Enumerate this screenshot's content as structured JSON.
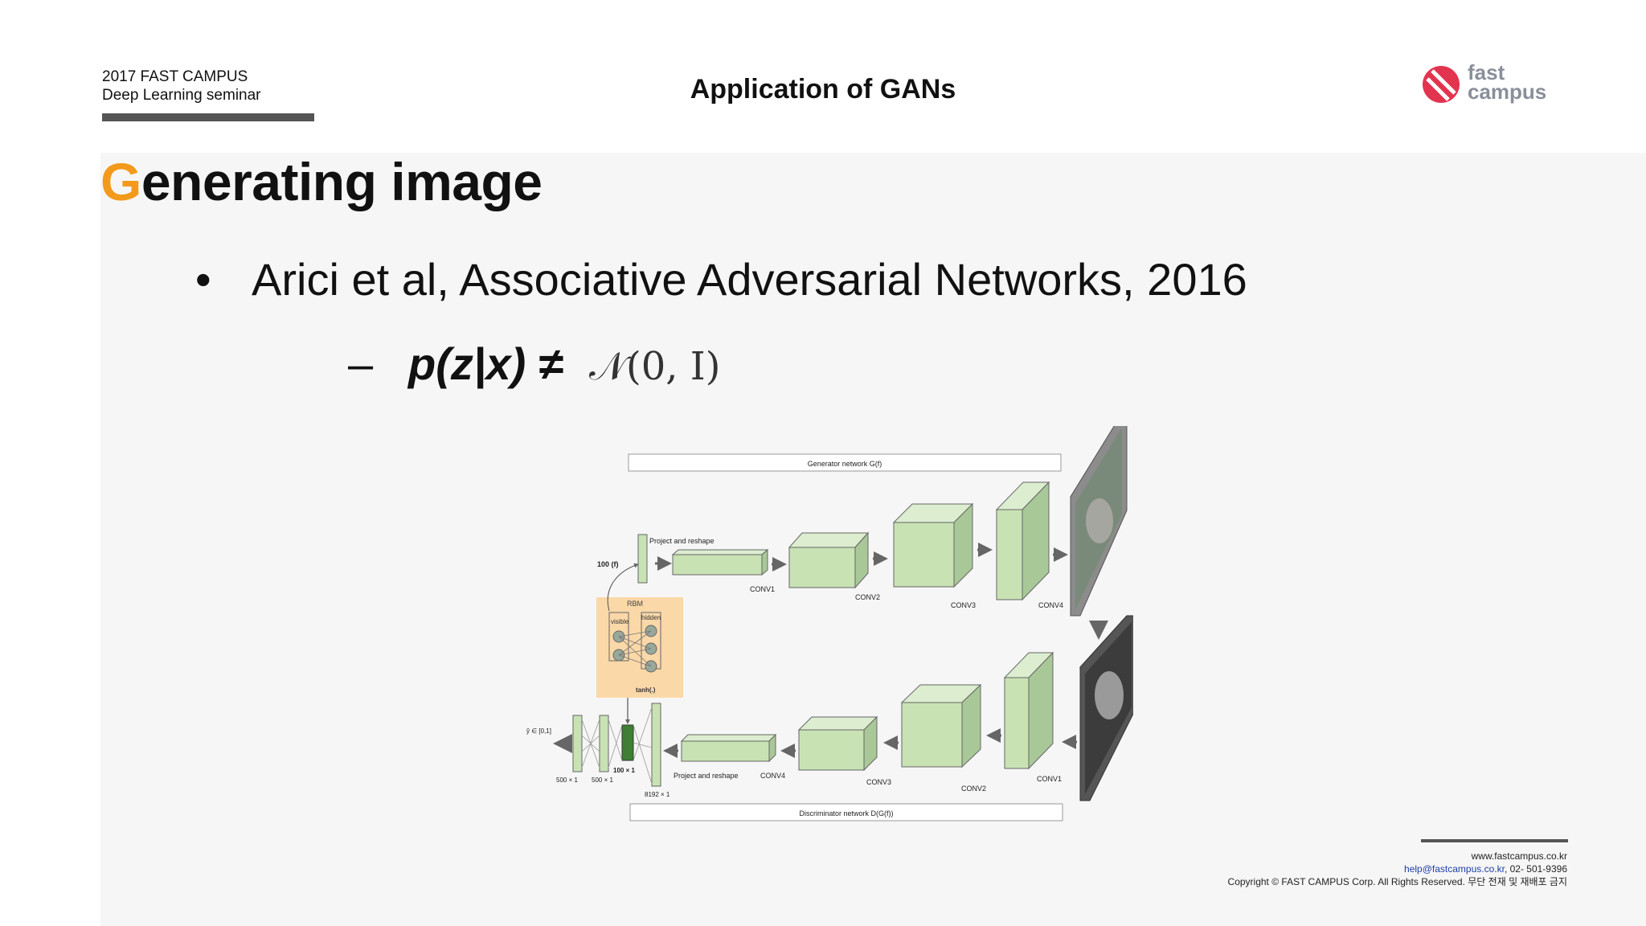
{
  "header": {
    "org_line1": "2017 FAST CAMPUS",
    "org_line2": "Deep Learning seminar",
    "title": "Application of GANs",
    "logo_line1": "fast",
    "logo_line2": "campus",
    "logo_icon": "fastcampus-logo-icon",
    "bar_color": "#555555"
  },
  "slide": {
    "title_first": "G",
    "title_rest": "enerating image",
    "title_accent": "#f39a1c",
    "bullet": "•",
    "bullet_text": "Arici et al, Associative Adversarial Networks, 2016",
    "sub_dash": "–",
    "formula": "p(z|x) ≠",
    "normal_dist": "𝒩(0, I)"
  },
  "figure": {
    "generator_label": "Generator network G(f)",
    "discriminator_label": "Discriminator network D(G(f))",
    "input_label": "100 (f)",
    "project_top": "Project and reshape",
    "project_bottom": "Project and reshape",
    "conv1_top": "CONV1",
    "conv2_top": "CONV2",
    "conv3_top": "CONV3",
    "conv4_top": "CONV4",
    "conv1_bottom": "CONV1",
    "conv2_bottom": "CONV2",
    "conv3_bottom": "CONV3",
    "conv4_bottom": "CONV4",
    "rbm": "RBM",
    "visible": "visible",
    "hidden": "hidden",
    "tanh": "tanh(.)",
    "output": "ŷ ∈ [0,1]",
    "size_500a": "500 × 1",
    "size_500b": "500 × 1",
    "size_100": "100 × 1",
    "size_8192": "8192 × 1",
    "block_color": "#c8e2b4",
    "rbm_color": "#fbd8a8"
  },
  "footer": {
    "website": "www.fastcampus.co.kr",
    "email": "help@fastcampus.co.kr",
    "phone": ", 02- 501-9396",
    "copyright": "Copyright © FAST CAMPUS Corp.  All Rights Reserved. 무단 전재 및 재배포 금지"
  }
}
